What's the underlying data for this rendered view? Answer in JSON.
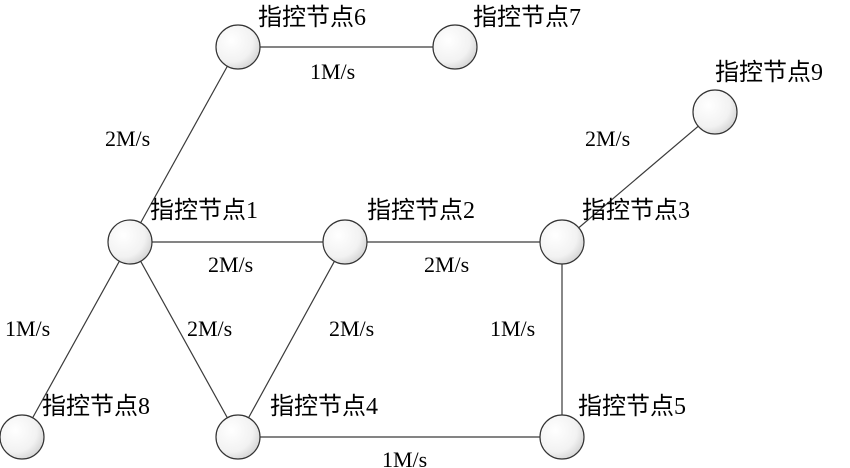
{
  "nodes": [
    {
      "id": "n1",
      "label": "指控节点1"
    },
    {
      "id": "n2",
      "label": "指控节点2"
    },
    {
      "id": "n3",
      "label": "指控节点3"
    },
    {
      "id": "n4",
      "label": "指控节点4"
    },
    {
      "id": "n5",
      "label": "指控节点5"
    },
    {
      "id": "n6",
      "label": "指控节点6"
    },
    {
      "id": "n7",
      "label": "指控节点7"
    },
    {
      "id": "n8",
      "label": "指控节点8"
    },
    {
      "id": "n9",
      "label": "指控节点9"
    }
  ],
  "edges": [
    {
      "from": "n6",
      "to": "n7",
      "label": "1M/s"
    },
    {
      "from": "n1",
      "to": "n6",
      "label": "2M/s"
    },
    {
      "from": "n3",
      "to": "n9",
      "label": "2M/s"
    },
    {
      "from": "n1",
      "to": "n2",
      "label": "2M/s"
    },
    {
      "from": "n2",
      "to": "n3",
      "label": "2M/s"
    },
    {
      "from": "n1",
      "to": "n8",
      "label": "1M/s"
    },
    {
      "from": "n1",
      "to": "n4",
      "label": "2M/s"
    },
    {
      "from": "n2",
      "to": "n4",
      "label": "2M/s"
    },
    {
      "from": "n3",
      "to": "n5",
      "label": "1M/s"
    },
    {
      "from": "n4",
      "to": "n5",
      "label": "1M/s"
    }
  ]
}
